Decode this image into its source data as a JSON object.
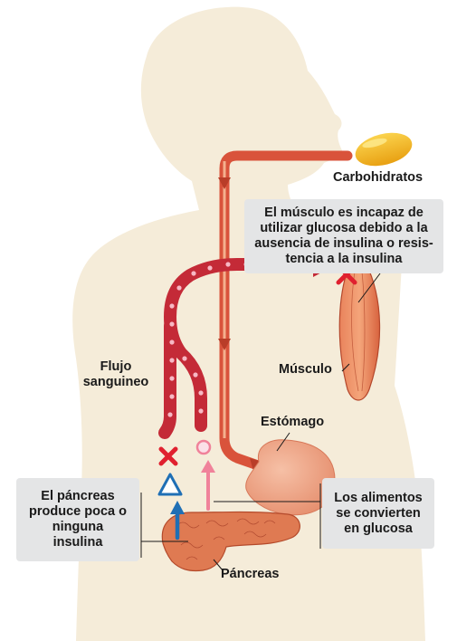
{
  "labels": {
    "carbs": "Carbohidratos",
    "muscle": "Músculo",
    "stomach": "Estómago",
    "pancreas": "Páncreas",
    "blood_flow": [
      "Flujo",
      "sanguineo"
    ]
  },
  "callouts": {
    "muscle_issue": [
      "El músculo es incapaz de",
      "utilizar glucosa debido a la",
      "ausencia de insulina o resis-",
      "tencia a la insulina"
    ],
    "pancreas_issue": [
      "El páncreas",
      "produce poca o",
      "ninguna",
      "insulina"
    ],
    "food_glucose": [
      "Los alimentos",
      "se convierten",
      "en glucosa"
    ]
  },
  "colors": {
    "silhouette": "#f5ecd9",
    "blood_vessel": "#c42a37",
    "food_path": "#d9533b",
    "blocked_x": "#e0202f",
    "insulin_arrow": "#1f6fb5",
    "glucose_arrow": "#f0829a",
    "pill": "#f2b31b",
    "callout_bg": "#e4e5e6"
  },
  "icons": {
    "blocked": "x-icon",
    "insulin": "triangle-icon",
    "glucose": "circle-icon",
    "carbs": "pill-icon"
  }
}
